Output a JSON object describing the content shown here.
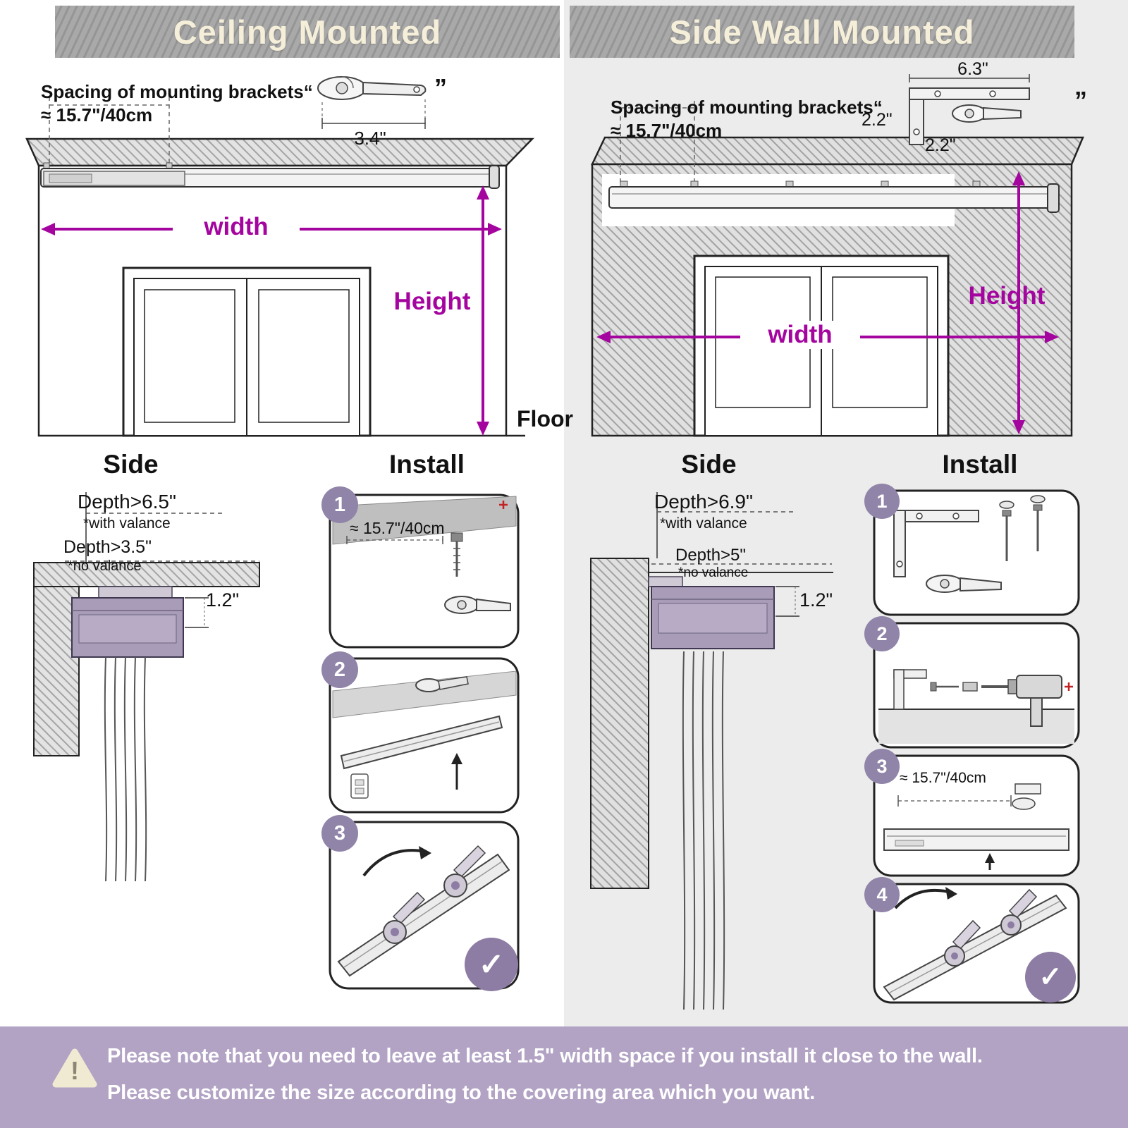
{
  "ceiling": {
    "title": "Ceiling Mounted",
    "spacing_label": "Spacing of mounting brackets“",
    "spacing_value": "≈ 15.7\"/40cm",
    "bracket_quote": "”",
    "bracket_width": "3.4\"",
    "width_label": "width",
    "height_label": "Height",
    "floor_label": "Floor",
    "side": {
      "title": "Side",
      "depth_with_valance": "Depth>6.5\"",
      "with_valance_note": "*with valance",
      "depth_no_valance": "Depth>3.5\"",
      "no_valance_note": "*no valance",
      "track_height": "1.2\""
    },
    "install": {
      "title": "Install",
      "step1_num": "1",
      "step1_note": "≈ 15.7\"/40cm",
      "step2_num": "2",
      "step3_num": "3",
      "check": "✓"
    }
  },
  "wall": {
    "title": "Side Wall Mounted",
    "spacing_label": "Spacing of mounting brackets“",
    "spacing_value": "≈ 15.7\"/40cm",
    "bracket_quote": "”",
    "bracket_width": "6.3\"",
    "bracket_height": "2.2\"",
    "bracket_depth": "2.2\"",
    "width_label": "width",
    "height_label": "Height",
    "side": {
      "title": "Side",
      "depth_with_valance": "Depth>6.9\"",
      "with_valance_note": "*with valance",
      "depth_no_valance": "Depth>5\"",
      "no_valance_note": "*no valance",
      "track_height": "1.2\""
    },
    "install": {
      "title": "Install",
      "step1_num": "1",
      "step2_num": "2",
      "step3_num": "3",
      "step3_note": "≈ 15.7\"/40cm",
      "step4_num": "4",
      "check": "✓"
    }
  },
  "footer": {
    "warning_symbol": "!",
    "line1": "Please note that you need to leave at least 1.5\" width space if you install it close to the wall.",
    "line2": "Please customize the size according to the covering area which you want."
  },
  "colors": {
    "accent_magenta": "#a4059f",
    "step_badge": "#9184a9",
    "check_badge": "#8d7ca3",
    "footer_bg": "#b2a3c5",
    "header_text": "#f5efda"
  }
}
